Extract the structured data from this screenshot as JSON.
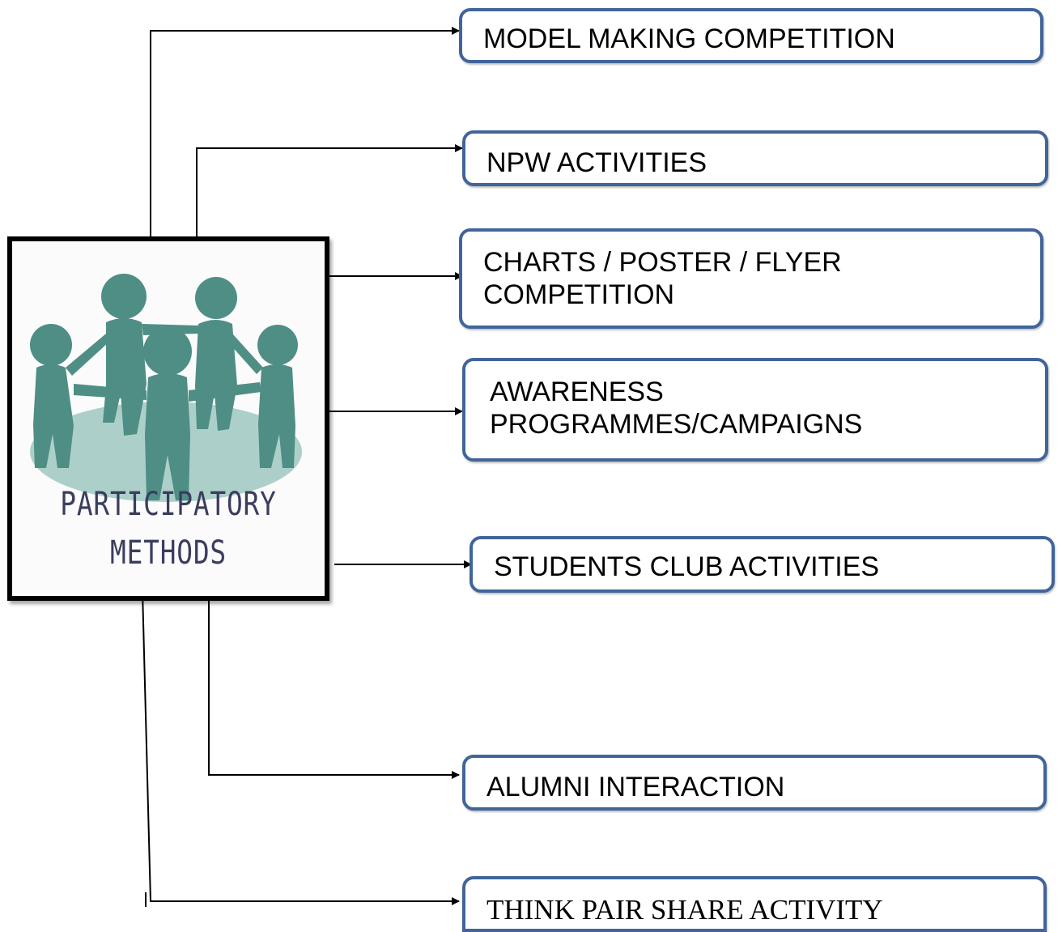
{
  "center": {
    "title_line1": "PARTICIPATORY",
    "title_line2": "METHODS",
    "image": "people-circle-icon"
  },
  "nodes": [
    {
      "id": "model-making",
      "lines": [
        "MODEL MAKING COMPETITION"
      ]
    },
    {
      "id": "npw",
      "lines": [
        "NPW ACTIVITIES"
      ]
    },
    {
      "id": "charts",
      "lines": [
        "CHARTS / POSTER / FLYER",
        "COMPETITION"
      ]
    },
    {
      "id": "awareness",
      "lines": [
        "AWARENESS",
        "PROGRAMMES/CAMPAIGNS"
      ]
    },
    {
      "id": "students-club",
      "lines": [
        "STUDENTS CLUB ACTIVITIES"
      ]
    },
    {
      "id": "alumni",
      "lines": [
        "ALUMNI INTERACTION"
      ]
    },
    {
      "id": "think-pair",
      "lines": [
        "THINK PAIR SHARE ACTIVITY"
      ]
    }
  ],
  "colors": {
    "box_border": "#41659a",
    "figure": "#4f8e85",
    "ground": "#9ec8c0",
    "title": "#3b3d5e"
  }
}
